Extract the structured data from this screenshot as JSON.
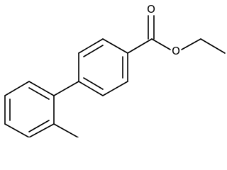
{
  "diagram": {
    "type": "chemical-structure",
    "compound_name": "",
    "atom_labels": {
      "carbonyl_oxygen": "O",
      "ester_oxygen": "O"
    }
  }
}
